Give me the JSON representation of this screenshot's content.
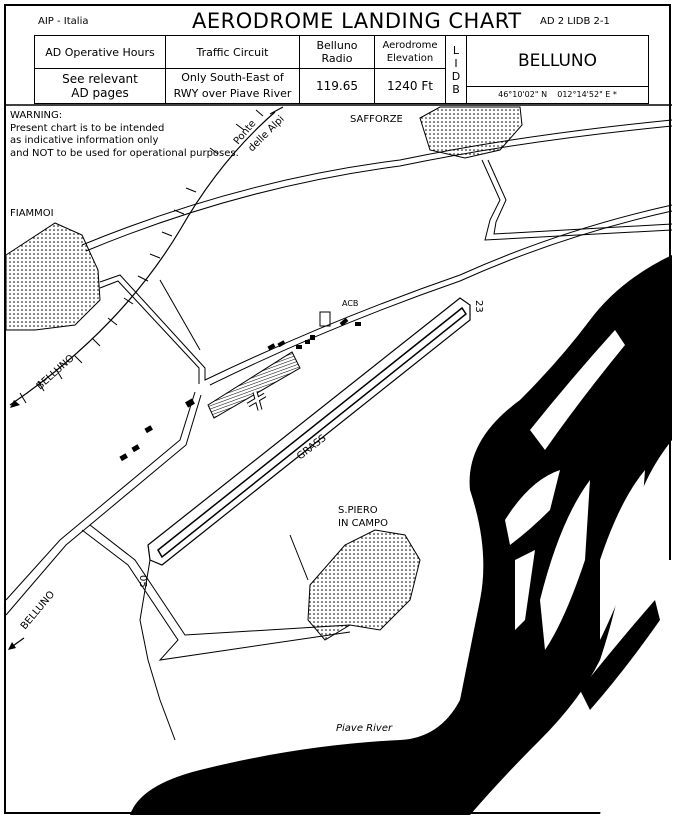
{
  "header": {
    "publisher": "AIP - Italia",
    "title": "AERODROME LANDING CHART",
    "reference": "AD 2 LIDB 2-1"
  },
  "info_table": {
    "operative_hours_label": "AD Operative Hours",
    "operative_hours_value_1": "See relevant",
    "operative_hours_value_2": "AD pages",
    "traffic_circuit_label": "Traffic Circuit",
    "traffic_circuit_value_1": "Only South-East of",
    "traffic_circuit_value_2": "RWY over Piave River",
    "radio_label_1": "Belluno",
    "radio_label_2": "Radio",
    "radio_value": "119.65",
    "elevation_label_1": "Aerodrome",
    "elevation_label_2": "Elevation",
    "elevation_value": "1240 Ft",
    "icao_letters": [
      "L",
      "I",
      "D",
      "B"
    ],
    "aerodrome_name": "BELLUNO",
    "latitude": "46°10'02\" N",
    "longitude": "012°14'52\" E *"
  },
  "warning": {
    "title": "WARNING:",
    "line1": "Present chart is to be intended",
    "line2": "as indicative information only",
    "line3": "and NOT to be used for operational purposes."
  },
  "map_labels": {
    "safforze": "SAFFORZE",
    "fiammoi": "FIAMMOI",
    "ponte": "Ponte",
    "delle_alpi": "delle Alpi",
    "belluno_north": "BELLUNO",
    "belluno_south": "BELLUNO",
    "acb": "ACB",
    "rwy_23": "23",
    "rwy_05": "05",
    "grass": "GRASS",
    "s_piero_1": "S.PIERO",
    "s_piero_2": "IN CAMPO",
    "piave_river_1": "Piave River",
    "piave_river_2": "Piave River"
  }
}
